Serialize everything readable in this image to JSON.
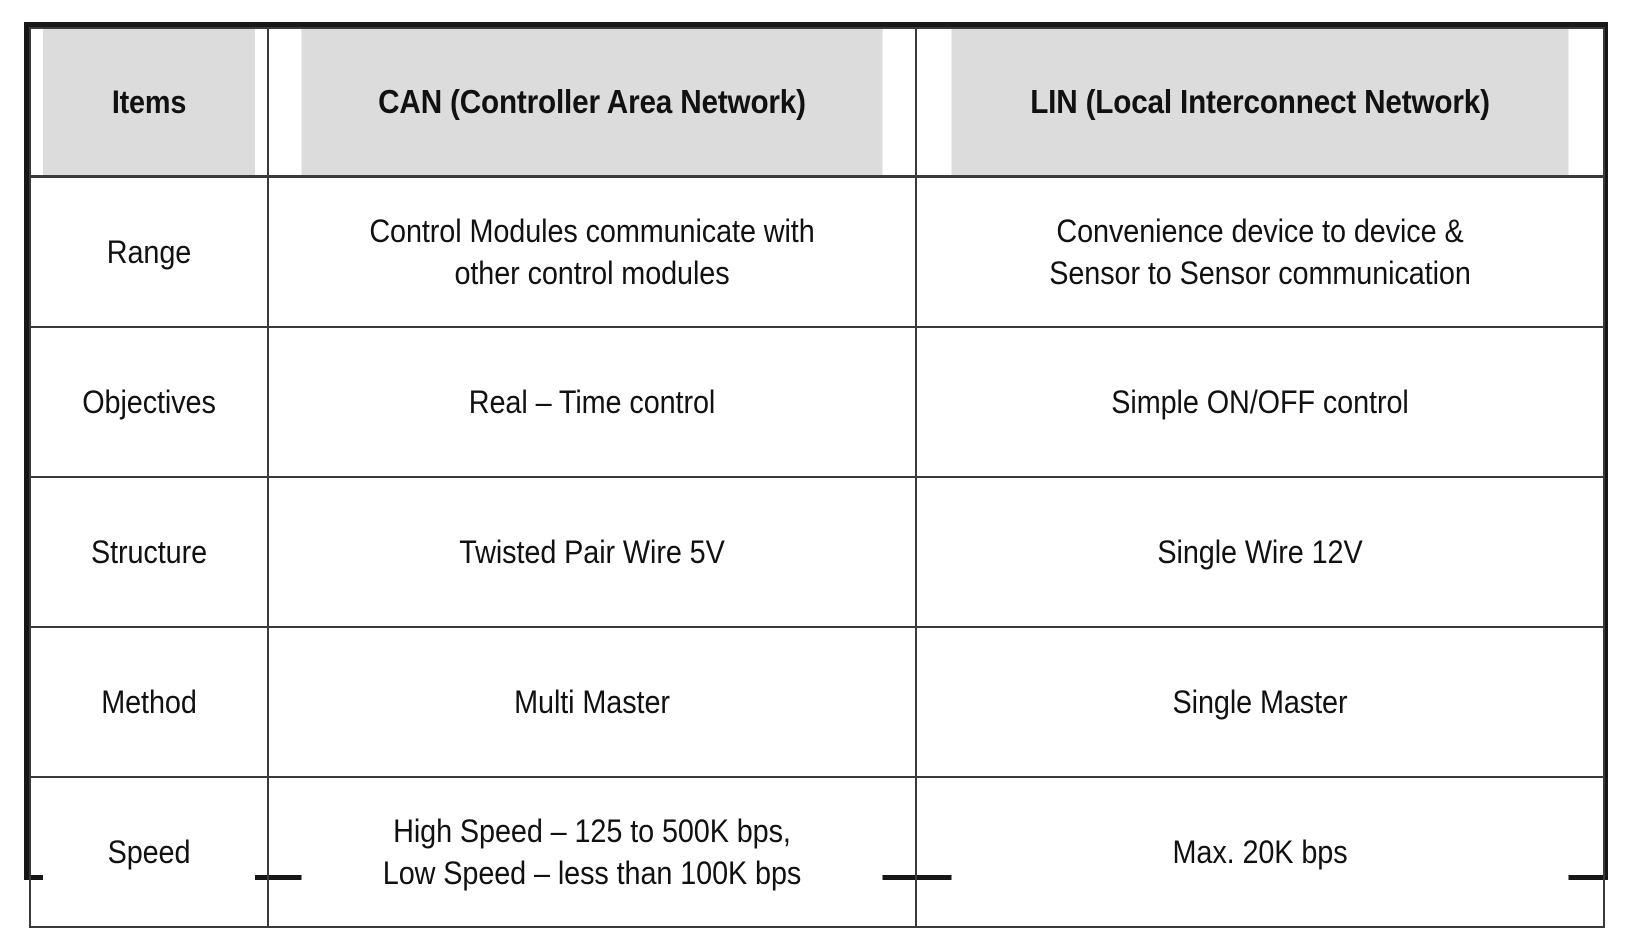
{
  "table": {
    "headers": [
      {
        "id": "items",
        "label": "Items"
      },
      {
        "id": "can",
        "label": "CAN (Controller Area Network)"
      },
      {
        "id": "lin",
        "label": "LIN  (Local Interconnect Network)"
      }
    ],
    "rows": [
      {
        "id": "range",
        "label": "Range",
        "can": {
          "line1": "Control Modules communicate with",
          "line2": "other control modules"
        },
        "lin": {
          "line1": "Convenience device to device &",
          "line2": "Sensor to Sensor communication"
        }
      },
      {
        "id": "objectives",
        "label": "Objectives",
        "can": {
          "line1": "Real – Time  control",
          "line2": ""
        },
        "lin": {
          "line1": "Simple ON/OFF control",
          "line2": ""
        }
      },
      {
        "id": "structure",
        "label": "Structure",
        "can": {
          "line1": "Twisted Pair Wire 5V",
          "line2": ""
        },
        "lin": {
          "line1": "Single Wire 12V",
          "line2": ""
        }
      },
      {
        "id": "method",
        "label": "Method",
        "can": {
          "line1": "Multi Master",
          "line2": ""
        },
        "lin": {
          "line1": "Single Master",
          "line2": ""
        }
      },
      {
        "id": "speed",
        "label": "Speed",
        "can": {
          "line1": "High Speed – 125 to 500K bps,",
          "line2": "Low Speed – less than 100K bps"
        },
        "lin": {
          "line1": "Max. 20K bps",
          "line2": ""
        }
      }
    ]
  },
  "style": {
    "header_background": "#dcdcdc",
    "cell_background": "#ffffff",
    "border_color": "#171717",
    "grid_color": "#3a3a3a",
    "text_color": "#111111"
  }
}
